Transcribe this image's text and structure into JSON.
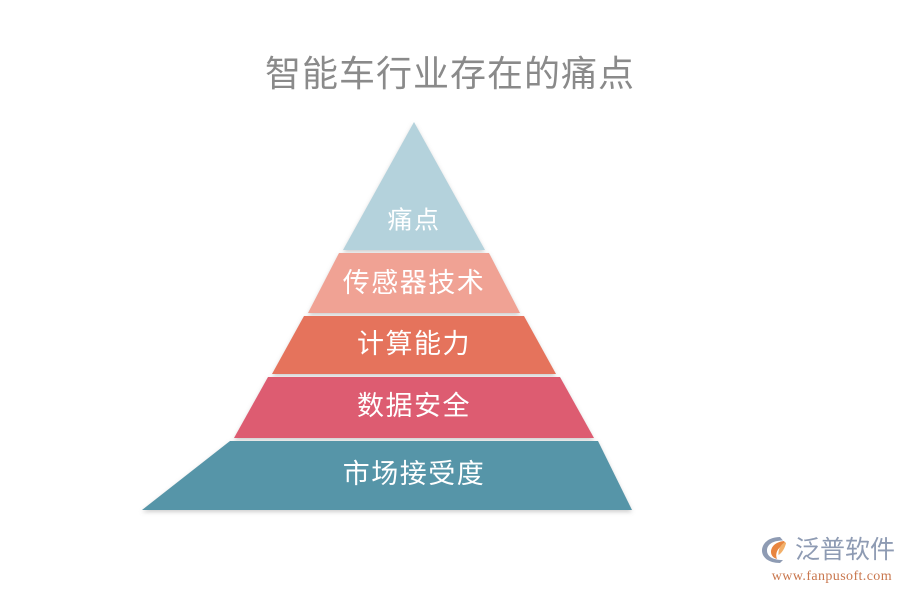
{
  "page": {
    "title": "智能车行业存在的痛点",
    "title_color": "#8a8a8a",
    "background": "#ffffff"
  },
  "chart_data": {
    "type": "pyramid",
    "title": "智能车行业存在的痛点",
    "orientation": "apex-up",
    "level_count": 5,
    "levels": [
      {
        "rank": 1,
        "label": "痛点",
        "color": "#b4d2dc",
        "text_color": "#ffffff",
        "shape": "triangle"
      },
      {
        "rank": 2,
        "label": "传感器技术",
        "color": "#f0a294",
        "text_color": "#ffffff",
        "shape": "trapezoid"
      },
      {
        "rank": 3,
        "label": "计算能力",
        "color": "#e5735b",
        "text_color": "#ffffff",
        "shape": "trapezoid"
      },
      {
        "rank": 4,
        "label": "数据安全",
        "color": "#dd5c71",
        "text_color": "#ffffff",
        "shape": "trapezoid"
      },
      {
        "rank": 5,
        "label": "市场接受度",
        "color": "#5795a8",
        "text_color": "#ffffff",
        "shape": "trapezoid"
      }
    ]
  },
  "watermark": {
    "brand": "泛普软件",
    "url": "www.fanpusoft.com",
    "brand_color": "#8e9bb3",
    "url_color": "#c9774e",
    "mark_icon": "fanpu-logo-icon"
  }
}
